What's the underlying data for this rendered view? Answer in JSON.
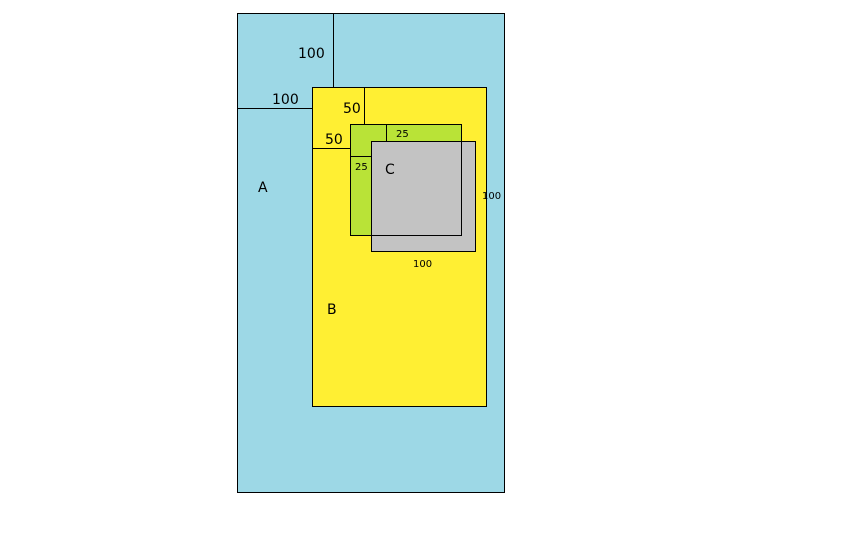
{
  "colors": {
    "a": "#9dd8e6",
    "b": "#ffef33",
    "green": "#b9e337",
    "c": "#c3c3c3"
  },
  "labels": {
    "a": "A",
    "b": "B",
    "c": "C",
    "a_to_b_top": "100",
    "a_to_b_left": "100",
    "b_to_green_top": "50",
    "b_to_green_left": "50",
    "green_to_c_top": "25",
    "green_to_c_left": "25",
    "c_height": "100",
    "c_width": "100"
  }
}
